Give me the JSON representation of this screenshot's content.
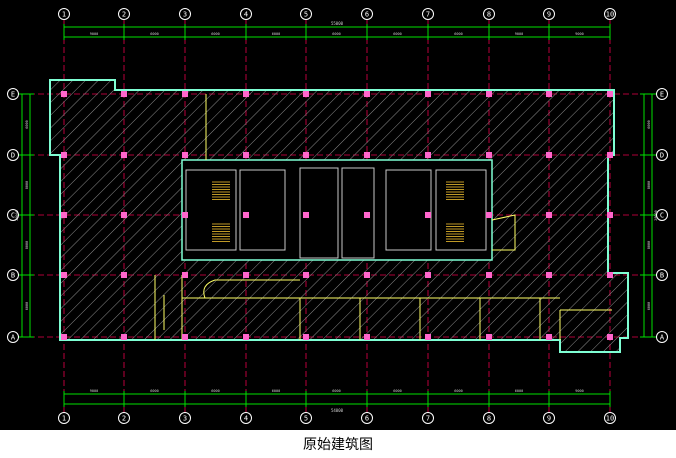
{
  "caption": "原始建筑图",
  "axes_columns": [
    "1",
    "2",
    "3",
    "4",
    "5",
    "6",
    "7",
    "8",
    "9",
    "10"
  ],
  "axes_rows": [
    "E",
    "D",
    "C",
    "B",
    "A"
  ],
  "dimensions": {
    "top_overall": "55000",
    "bottom_overall": "54000",
    "top_bays": [
      "9000",
      "6000",
      "6000",
      "6000",
      "6000",
      "6000",
      "6000",
      "9000",
      "9000"
    ],
    "bottom_bays": [
      "9000",
      "6000",
      "6000",
      "6000",
      "6000",
      "6000",
      "6000",
      "6000",
      "9000"
    ],
    "left_overall": "28000",
    "right_overall": "28000",
    "left_bays": [
      "6000",
      "8000",
      "8000",
      "6000"
    ],
    "right_bays": [
      "6000",
      "8000",
      "8000",
      "6000"
    ]
  },
  "colors": {
    "background": "#000000",
    "grid": "#e8004a",
    "dimension": "#00e000",
    "wall": "#7fffd4",
    "column": "#ff66cc",
    "hatch": "#8a8a8a",
    "core": "#ffff66"
  }
}
